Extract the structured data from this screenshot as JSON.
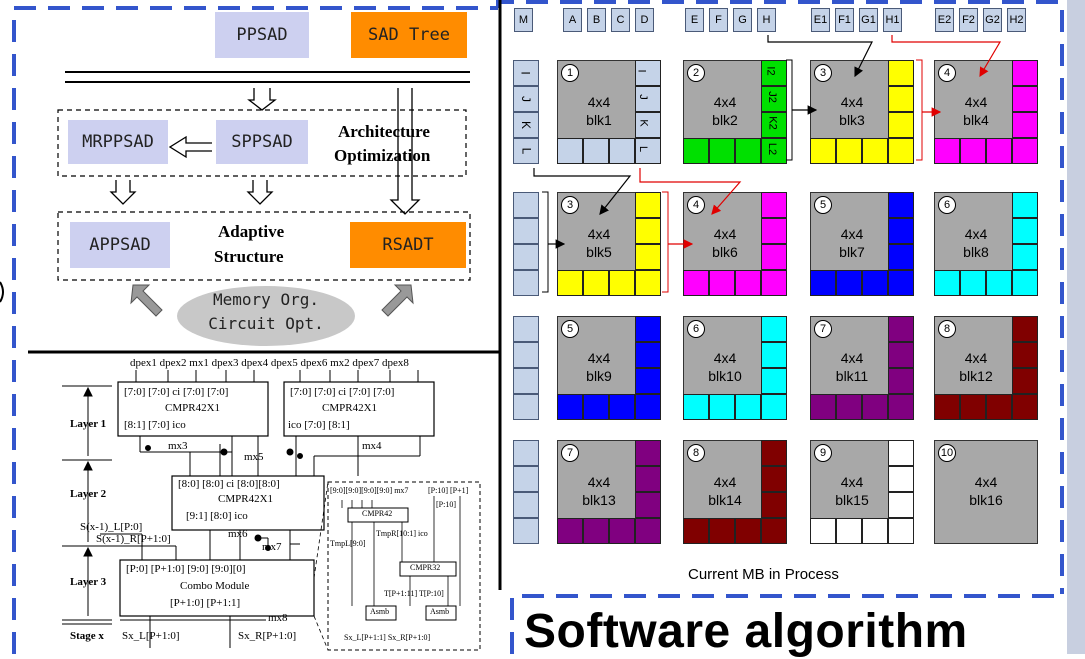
{
  "colors": {
    "panel_border": "#3355cc",
    "sad_box": "#cdd0f0",
    "orange_box": "#ff8c00",
    "ref_pixel": "#c5d3e8",
    "block_gray": "#a8a8a8",
    "green": "#00e000",
    "yellow": "#ffff00",
    "magenta": "#ff00ff",
    "blue": "#0000ff",
    "cyan": "#00ffff",
    "purple": "#800080",
    "maroon": "#800000",
    "white": "#ffffff"
  },
  "arch": {
    "ppsad": "PPSAD",
    "sad_tree": "SAD Tree",
    "mrppsad": "MRPPSAD",
    "sppsad": "SPPSAD",
    "arch_opt_line1": "Architecture",
    "arch_opt_line2": "Optimization",
    "appsad": "APPSAD",
    "adaptive_line1": "Adaptive",
    "adaptive_line2": "Structure",
    "rsadt": "RSADT",
    "memory_line1": "Memory Org.",
    "memory_line2": "Circuit Opt."
  },
  "circuit": {
    "top_inputs": "dpex1 dpex2 mx1 dpex3 dpex4 dpex5 dpex6 mx2 dpex7 dpex8",
    "layer1": "Layer 1",
    "layer2": "Layer 2",
    "layer3": "Layer 3",
    "stage": "Stage x",
    "cmpr1_ports": "[7:0]  [7:0]  ci  [7:0]  [7:0]",
    "cmpr1_name": "CMPR42X1",
    "cmpr1_out": "[8:1]      [7:0]  ico",
    "cmpr2_ports": "[7:0]  [7:0]  ci  [7:0]  [7:0]",
    "cmpr2_name": "CMPR42X1",
    "cmpr2_out": "ico        [7:0]       [8:1]",
    "mx3": "mx3",
    "mx4": "mx4",
    "mx5": "mx5",
    "cmpr3_ports": "[8:0]  [8:0]  ci  [8:0][8:0]",
    "cmpr3_name": "CMPR42X1",
    "cmpr3_out": "[9:1]   [8:0]   ico",
    "sl": "S(x-1)_L[P:0]",
    "sr": "S(x-1)_R[P+1:0]",
    "mx6": "mx6",
    "mx7": "mx7",
    "combo_ports": "[P:0]   [P+1:0]   [9:0]  [9:0][0]",
    "combo_name": "Combo Module",
    "combo_out": "[P+1:0]      [P+1:1]",
    "mx8": "mx8",
    "sxl": "Sx_L[P+1:0]",
    "sxr": "Sx_R[P+1:0]",
    "d_ports": "[9:0][9:0][9:0][9:0] mx7",
    "d_ports_r": "[P:10] [P+1]",
    "d_cmpr42": "CMPR42",
    "d_tmpr": "TmpR[10:1]  ico",
    "d_tmpl": "TmpL[9:0]",
    "d_p10": "[P:10]",
    "d_cmpr32": "CMPR32",
    "d_t1": "T[P+1:11]  T[P:10]",
    "d_asmb1": "Asmb",
    "d_asmb2": "Asmb",
    "d_out": "Sx_L[P+1:1]    Sx_R[P+1:0]"
  },
  "ref_top": [
    "M",
    "A",
    "B",
    "C",
    "D",
    "E",
    "F",
    "G",
    "H",
    "E1",
    "F1",
    "G1",
    "H1",
    "E2",
    "F2",
    "G2",
    "H2"
  ],
  "ref_left": [
    "I",
    "J",
    "K",
    "L"
  ],
  "blk2_side": [
    "I2",
    "J2",
    "K2",
    "L2"
  ],
  "blocks": [
    {
      "num": "1",
      "label": "blk1",
      "size": "4x4"
    },
    {
      "num": "2",
      "label": "blk2",
      "size": "4x4"
    },
    {
      "num": "3",
      "label": "blk3",
      "size": "4x4"
    },
    {
      "num": "4",
      "label": "blk4",
      "size": "4x4"
    },
    {
      "num": "3",
      "label": "blk5",
      "size": "4x4"
    },
    {
      "num": "4",
      "label": "blk6",
      "size": "4x4"
    },
    {
      "num": "5",
      "label": "blk7",
      "size": "4x4"
    },
    {
      "num": "6",
      "label": "blk8",
      "size": "4x4"
    },
    {
      "num": "5",
      "label": "blk9",
      "size": "4x4"
    },
    {
      "num": "6",
      "label": "blk10",
      "size": "4x4"
    },
    {
      "num": "7",
      "label": "blk11",
      "size": "4x4"
    },
    {
      "num": "8",
      "label": "blk12",
      "size": "4x4"
    },
    {
      "num": "7",
      "label": "blk13",
      "size": "4x4"
    },
    {
      "num": "8",
      "label": "blk14",
      "size": "4x4"
    },
    {
      "num": "9",
      "label": "blk15",
      "size": "4x4"
    },
    {
      "num": "10",
      "label": "blk16",
      "size": "4x4"
    }
  ],
  "caption": "Current MB in Process",
  "software_title": "Software algorithm"
}
